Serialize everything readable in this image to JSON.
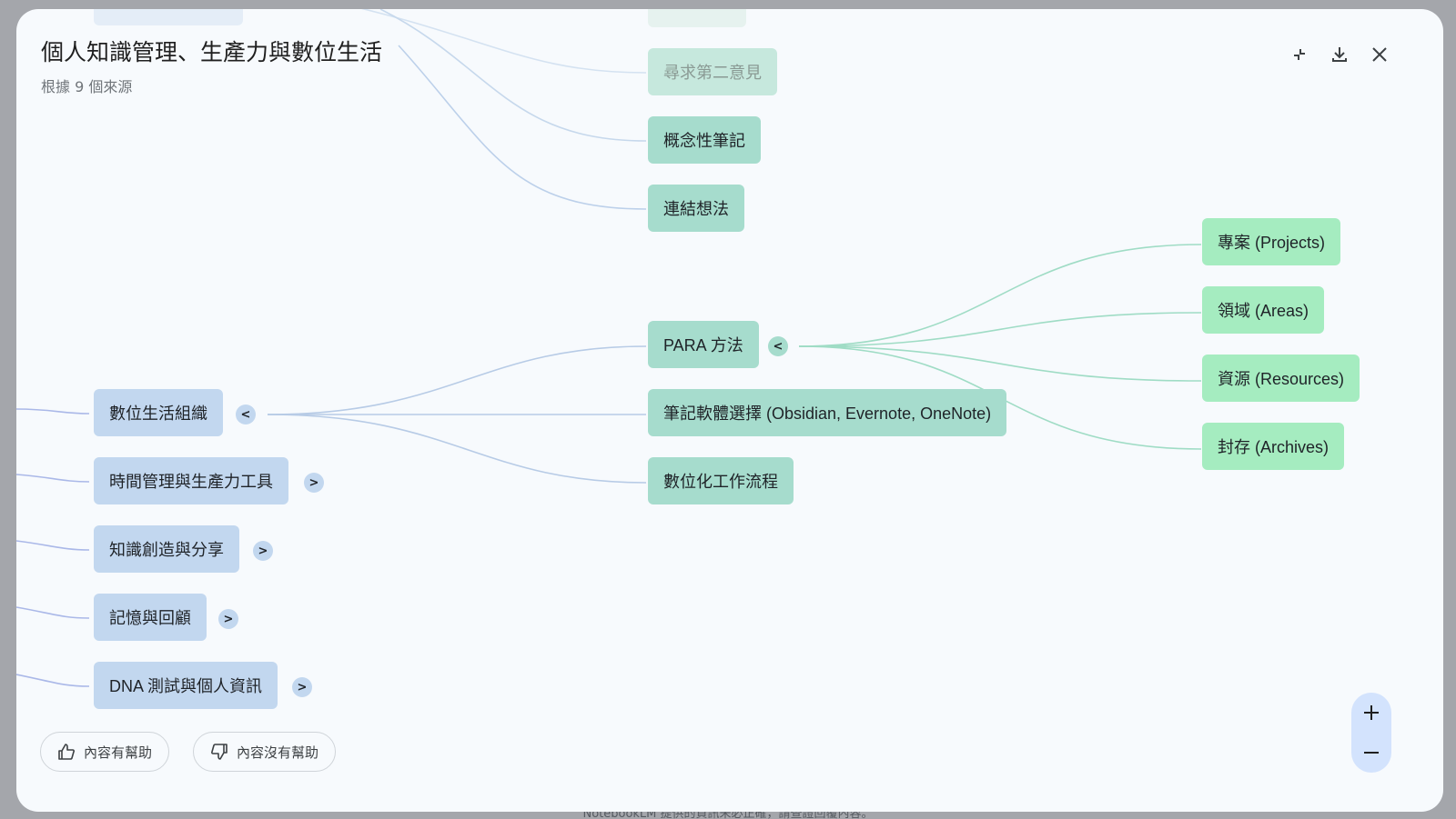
{
  "footer": {
    "note": "NotebookLM 提供的資訊未必正確，請查證回覆內容。"
  },
  "header": {
    "title": "個人知識管理、生產力與數位生活",
    "subtitle": "根據 9 個來源",
    "collapse_icon": "collapse-icon",
    "download_icon": "download-icon",
    "close_icon": "close-icon"
  },
  "mindmap": {
    "level1": [
      {
        "label": "數位生活組織",
        "toggle": "<"
      },
      {
        "label": "時間管理與生產力工具",
        "toggle": ">"
      },
      {
        "label": "知識創造與分享",
        "toggle": ">"
      },
      {
        "label": "記憶與回顧",
        "toggle": ">"
      },
      {
        "label": "DNA 測試與個人資訊",
        "toggle": ">"
      }
    ],
    "level2_upper": [
      {
        "label": "尋求第二意見"
      },
      {
        "label": "概念性筆記"
      },
      {
        "label": "連結想法"
      }
    ],
    "level2": [
      {
        "label": "PARA 方法",
        "toggle": "<"
      },
      {
        "label": "筆記軟體選擇 (Obsidian, Evernote, OneNote)"
      },
      {
        "label": "數位化工作流程"
      }
    ],
    "level3": [
      {
        "label": "專案 (Projects)"
      },
      {
        "label": "領域 (Areas)"
      },
      {
        "label": "資源 (Resources)"
      },
      {
        "label": "封存 (Archives)"
      }
    ],
    "colors": {
      "level1": "#c2d7ef",
      "level2": "#a6dccd",
      "level3": "#a5ecc0",
      "link_blue": "#b7cbe6",
      "link_green": "#9fdcc5"
    }
  },
  "feedback": {
    "helpful": "內容有幫助",
    "not_helpful": "內容沒有幫助",
    "helpful_icon": "thumbs-up-icon",
    "not_helpful_icon": "thumbs-down-icon"
  },
  "zoom": {
    "in_icon": "plus-icon",
    "out_icon": "minus-icon"
  }
}
